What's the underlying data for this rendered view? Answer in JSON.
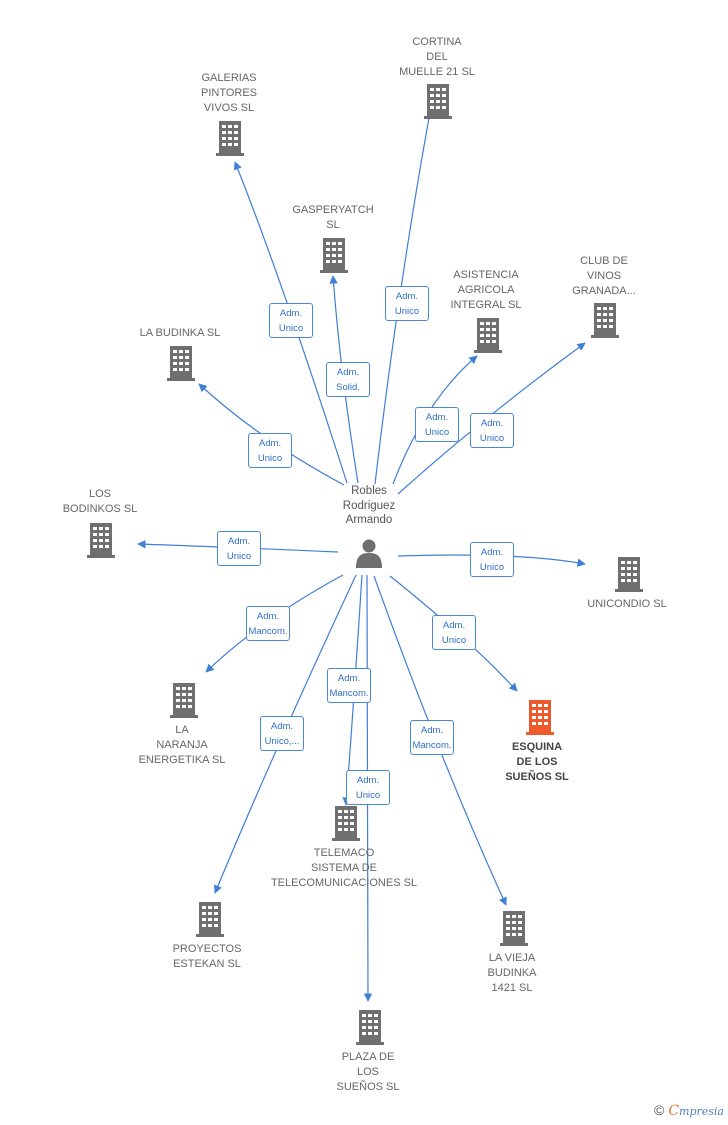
{
  "person": {
    "name_lines": [
      "Robles",
      "Rodriguez",
      "Armando"
    ]
  },
  "companies": [
    {
      "id": "cortina",
      "lines": [
        "CORTINA",
        "DEL",
        "MUELLE 21  SL"
      ],
      "highlight": false
    },
    {
      "id": "galerias",
      "lines": [
        "GALERIAS",
        "PINTORES",
        "VIVOS SL"
      ],
      "highlight": false
    },
    {
      "id": "gasperyatch",
      "lines": [
        "GASPERYATCH",
        "SL"
      ],
      "highlight": false
    },
    {
      "id": "asistencia",
      "lines": [
        "ASISTENCIA",
        "AGRICOLA",
        "INTEGRAL SL"
      ],
      "highlight": false
    },
    {
      "id": "club",
      "lines": [
        "CLUB DE",
        "VINOS",
        "GRANADA..."
      ],
      "highlight": false
    },
    {
      "id": "labudinka",
      "lines": [
        "LA BUDINKA SL"
      ],
      "highlight": false
    },
    {
      "id": "losbodinkos",
      "lines": [
        "LOS",
        "BODINKOS SL"
      ],
      "highlight": false
    },
    {
      "id": "unicondio",
      "lines": [
        "UNICONDIO  SL"
      ],
      "highlight": false
    },
    {
      "id": "naranja",
      "lines": [
        "LA",
        "NARANJA",
        "ENERGETIKA SL"
      ],
      "highlight": false
    },
    {
      "id": "esquina",
      "lines": [
        "ESQUINA",
        "DE LOS",
        "SUEÑOS  SL"
      ],
      "highlight": true
    },
    {
      "id": "telemaco",
      "lines": [
        "TELEMACO",
        "SISTEMA DE",
        "TELECOMUNICACIONES SL"
      ],
      "highlight": false
    },
    {
      "id": "proyectos",
      "lines": [
        "PROYECTOS",
        "ESTEKAN SL"
      ],
      "highlight": false
    },
    {
      "id": "lavieja",
      "lines": [
        "LA VIEJA",
        "BUDINKA",
        "1421 SL"
      ],
      "highlight": false
    },
    {
      "id": "plaza",
      "lines": [
        "PLAZA DE",
        "LOS",
        "SUEÑOS  SL"
      ],
      "highlight": false
    }
  ],
  "roles": [
    {
      "target": "galerias",
      "lines": [
        "Adm.",
        "Unico"
      ]
    },
    {
      "target": "gasperyatch",
      "lines": [
        "Adm.",
        "Solid."
      ]
    },
    {
      "target": "cortina",
      "lines": [
        "Adm.",
        "Unico"
      ]
    },
    {
      "target": "asistencia",
      "lines": [
        "Adm.",
        "Unico"
      ]
    },
    {
      "target": "club",
      "lines": [
        "Adm.",
        "Unico"
      ]
    },
    {
      "target": "labudinka",
      "lines": [
        "Adm.",
        "Unico"
      ]
    },
    {
      "target": "losbodinkos",
      "lines": [
        "Adm.",
        "Unico"
      ]
    },
    {
      "target": "unicondio",
      "lines": [
        "Adm.",
        "Unico"
      ]
    },
    {
      "target": "naranja",
      "lines": [
        "Adm.",
        "Mancom."
      ]
    },
    {
      "target": "esquina",
      "lines": [
        "Adm.",
        "Unico"
      ]
    },
    {
      "target": "telemaco",
      "lines": [
        "Adm.",
        "Mancom."
      ]
    },
    {
      "target": "plaza",
      "lines": [
        "Adm.",
        "Unico"
      ]
    },
    {
      "target": "proyectos",
      "lines": [
        "Adm.",
        "Unico,..."
      ]
    },
    {
      "target": "lavieja",
      "lines": [
        "Adm.",
        "Mancom."
      ]
    }
  ],
  "colors": {
    "edge": "#3f7fd6",
    "building": "#6f6f6f",
    "highlight": "#ee5a2c",
    "person": "#6f6f6f"
  },
  "footer": {
    "copyright": "©",
    "brand_initial": "C",
    "brand_rest": "mpresia"
  }
}
